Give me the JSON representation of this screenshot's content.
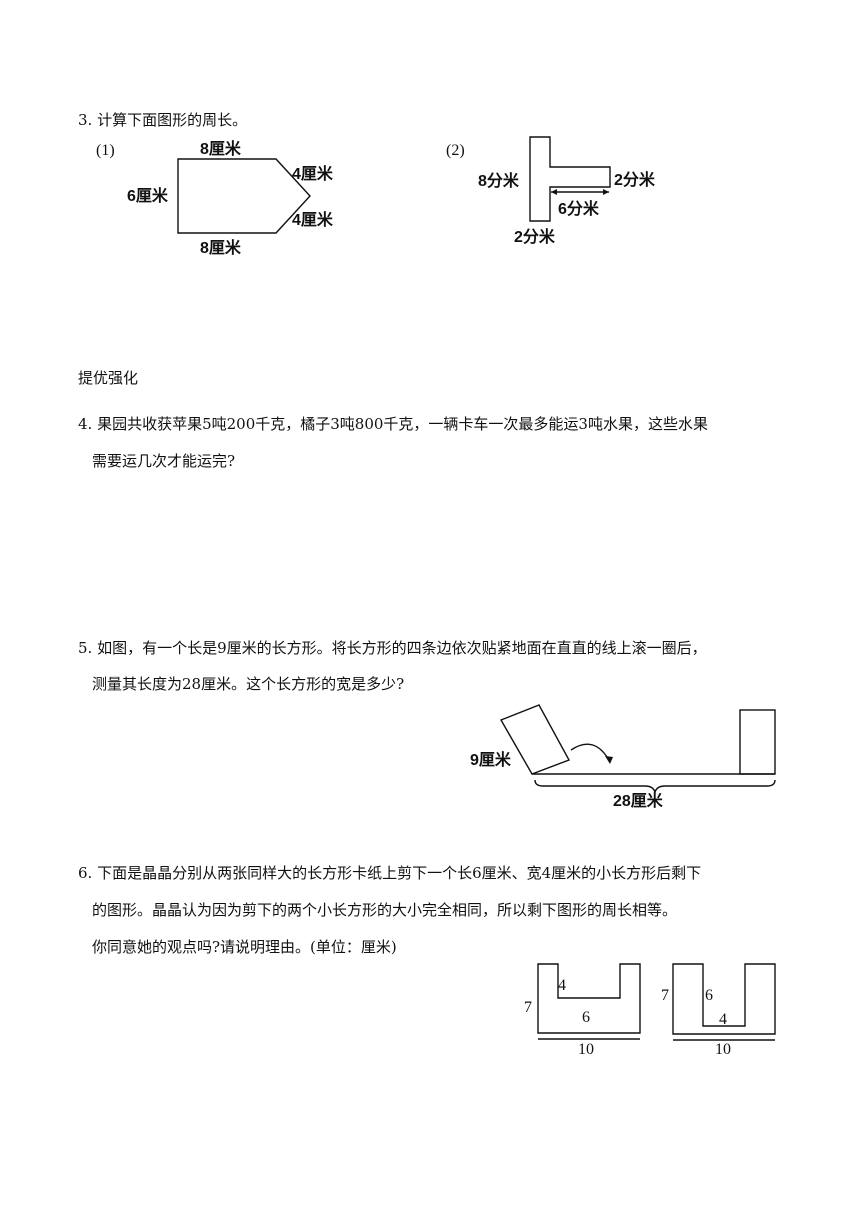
{
  "q3": {
    "title": "3. 计算下面图形的周长。",
    "fig1": {
      "number": "(1)",
      "top": "8厘米",
      "left": "6厘米",
      "right_top": "4厘米",
      "right_bottom": "4厘米",
      "bottom": "8厘米"
    },
    "fig2": {
      "number": "(2)",
      "height": "8分米",
      "thickness": "2分米",
      "arm_length": "6分米",
      "bottom_width": "2分米"
    }
  },
  "section": {
    "title": "提优强化"
  },
  "q4": {
    "line1": "4. 果园共收获苹果5吨200千克，橘子3吨800千克，一辆卡车一次最多能运3吨水果，这些水果",
    "line2": "需要运几次才能运完?"
  },
  "q5": {
    "line1": "5. 如图，有一个长是9厘米的长方形。将长方形的四条边依次贴紧地面在直直的线上滚一圈后，",
    "line2": "测量其长度为28厘米。这个长方形的宽是多少?",
    "figure": {
      "side_label": "9厘米",
      "distance_label": "28厘米"
    }
  },
  "q6": {
    "line1": "6. 下面是晶晶分别从两张同样大的长方形卡纸上剪下一个长6厘米、宽4厘米的小长方形后剩下",
    "line2": "的图形。晶晶认为因为剪下的两个小长方形的大小完全相同，所以剩下图形的周长相等。",
    "line3": "你同意她的观点吗?请说明理由。(单位：厘米)",
    "figA": {
      "height": "7",
      "cut_depth": "4",
      "cut_width": "6",
      "width": "10"
    },
    "figB": {
      "height": "7",
      "cut_depth": "6",
      "cut_width": "4",
      "width": "10"
    }
  }
}
